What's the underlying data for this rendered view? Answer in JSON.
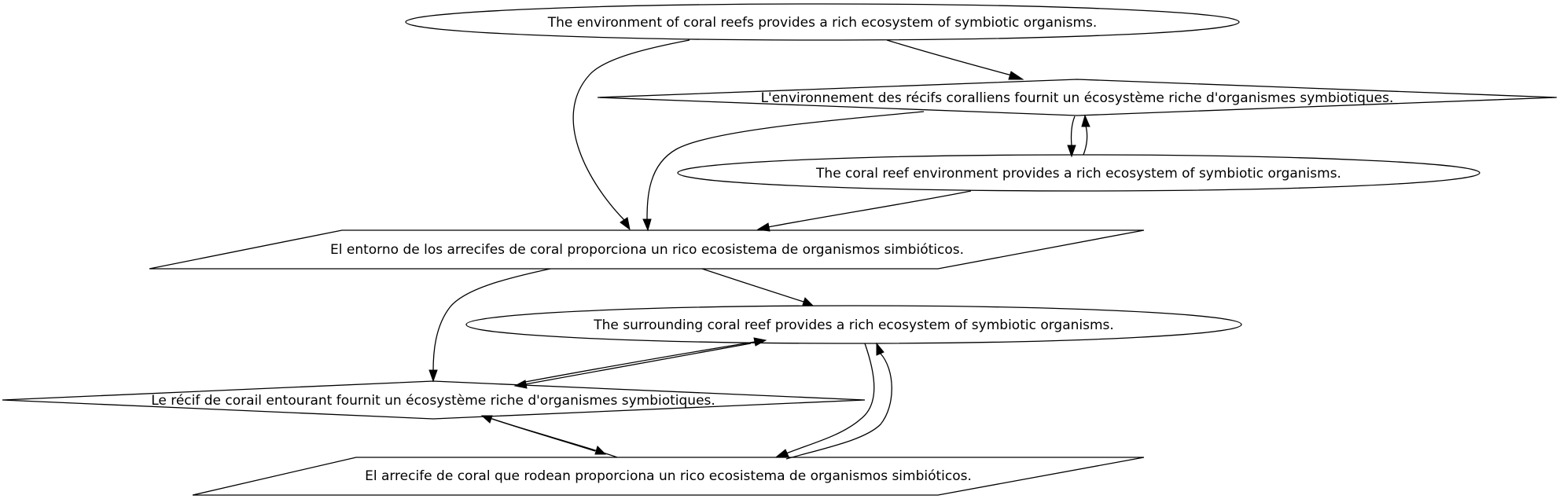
{
  "nodes": {
    "n1": {
      "label": "The environment of coral reefs provides a rich ecosystem of symbiotic organisms.",
      "shape": "ellipse"
    },
    "n2": {
      "label": "L'environnement des récifs coralliens fournit un écosystème riche d'organismes symbiotiques.",
      "shape": "diamond"
    },
    "n3": {
      "label": "The coral reef environment provides a rich ecosystem of symbiotic organisms.",
      "shape": "ellipse"
    },
    "n4": {
      "label": "El entorno de los arrecifes de coral proporciona un rico ecosistema de organismos simbióticos.",
      "shape": "parallelogram"
    },
    "n5": {
      "label": "The surrounding coral reef provides a rich ecosystem of symbiotic organisms.",
      "shape": "ellipse"
    },
    "n6": {
      "label": "Le récif de corail entourant fournit un écosystème riche d'organismes symbiotiques.",
      "shape": "diamond"
    },
    "n7": {
      "label": "El arrecife de coral que rodean proporciona un rico ecosistema de organismos simbióticos.",
      "shape": "parallelogram"
    }
  },
  "edges": [
    {
      "from": "n1",
      "to": "n2"
    },
    {
      "from": "n1",
      "to": "n4"
    },
    {
      "from": "n2",
      "to": "n3"
    },
    {
      "from": "n3",
      "to": "n2"
    },
    {
      "from": "n2",
      "to": "n4"
    },
    {
      "from": "n3",
      "to": "n4"
    },
    {
      "from": "n4",
      "to": "n5"
    },
    {
      "from": "n4",
      "to": "n6"
    },
    {
      "from": "n5",
      "to": "n6"
    },
    {
      "from": "n6",
      "to": "n5"
    },
    {
      "from": "n5",
      "to": "n7"
    },
    {
      "from": "n7",
      "to": "n5"
    },
    {
      "from": "n6",
      "to": "n7"
    },
    {
      "from": "n7",
      "to": "n6"
    }
  ]
}
